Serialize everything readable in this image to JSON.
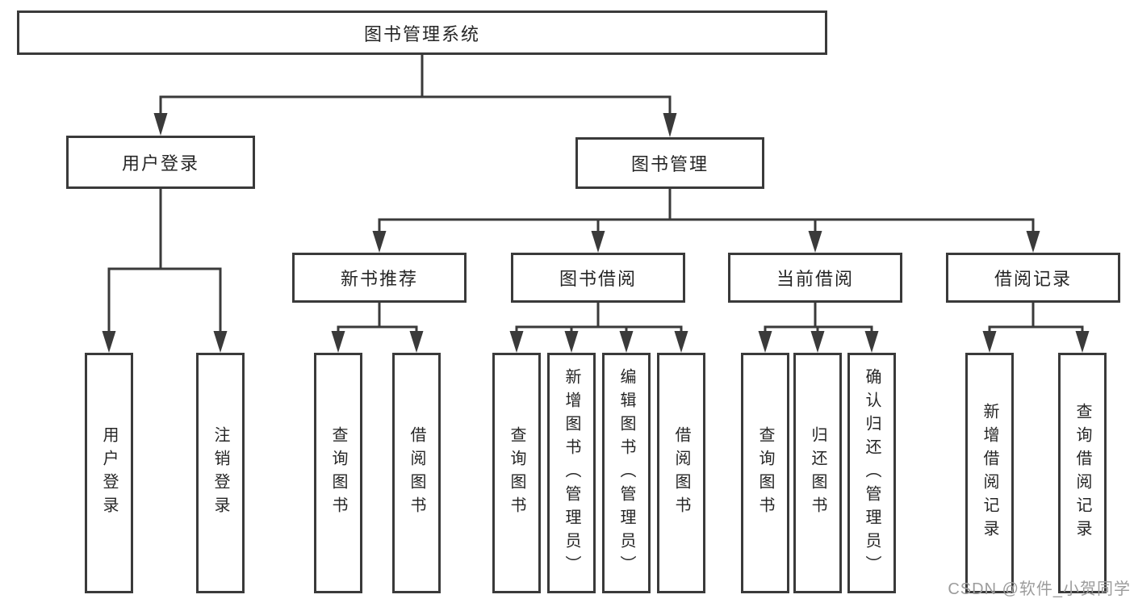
{
  "diagram_type": "hierarchy-tree",
  "watermark": "CSDN @软件_小贺同学",
  "colors": {
    "line": "#3a3a3a",
    "text": "#262626",
    "background": "#ffffff",
    "watermark": "#9c9c9c"
  },
  "tree": {
    "label": "图书管理系统",
    "children": [
      {
        "label": "用户登录",
        "children": [
          {
            "label": "用户登录"
          },
          {
            "label": "注销登录"
          }
        ]
      },
      {
        "label": "图书管理",
        "children": [
          {
            "label": "新书推荐",
            "children": [
              {
                "label": "查询图书"
              },
              {
                "label": "借阅图书"
              }
            ]
          },
          {
            "label": "图书借阅",
            "children": [
              {
                "label": "查询图书"
              },
              {
                "label": "新增图书（管理员）"
              },
              {
                "label": "编辑图书（管理员）"
              },
              {
                "label": "借阅图书"
              }
            ]
          },
          {
            "label": "当前借阅",
            "children": [
              {
                "label": "查询图书"
              },
              {
                "label": "归还图书"
              },
              {
                "label": "确认归还（管理员）"
              }
            ]
          },
          {
            "label": "借阅记录",
            "children": [
              {
                "label": "新增借阅记录"
              },
              {
                "label": "查询借阅记录"
              }
            ]
          }
        ]
      }
    ]
  }
}
